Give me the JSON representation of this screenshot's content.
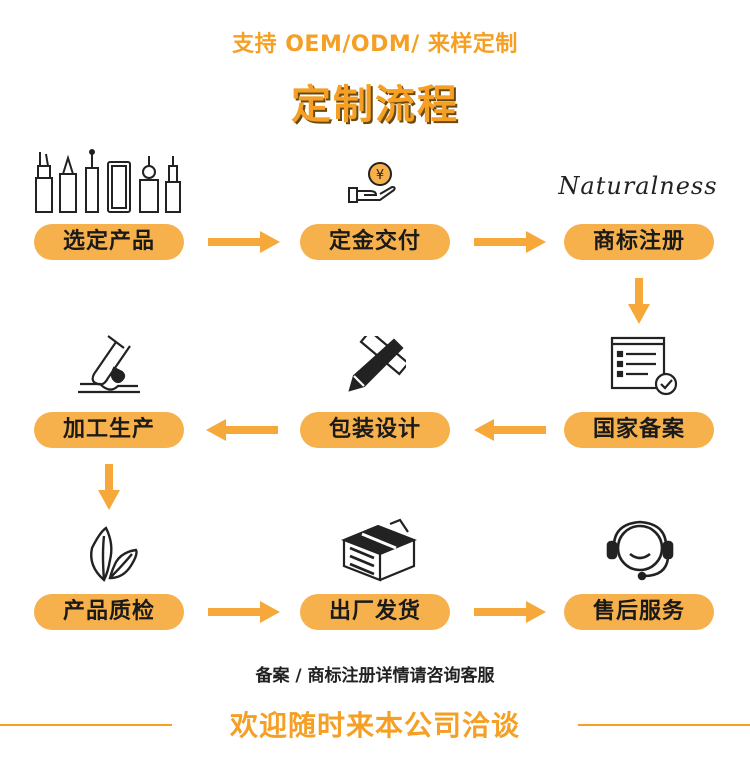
{
  "header": {
    "subtitle": "支持 OEM/ODM/ 来样定制",
    "title": "定制流程"
  },
  "steps": [
    {
      "label": "选定产品",
      "icon": "product-bottles-icon"
    },
    {
      "label": "定金交付",
      "icon": "payment-coin-hand-icon"
    },
    {
      "label": "商标注册",
      "icon": "brand-wordmark",
      "brand_text": "Naturalness"
    },
    {
      "label": "国家备案",
      "icon": "checklist-document-icon"
    },
    {
      "label": "包装设计",
      "icon": "pencil-ruler-icon"
    },
    {
      "label": "加工生产",
      "icon": "test-tube-drop-icon"
    },
    {
      "label": "产品质检",
      "icon": "leaf-sprout-icon"
    },
    {
      "label": "出厂发货",
      "icon": "shipping-boxes-icon"
    },
    {
      "label": "售后服务",
      "icon": "headset-support-icon"
    }
  ],
  "note": "备案 / 商标注册详情请咨询客服",
  "footer": {
    "slogan": "欢迎随时来本公司洽谈"
  },
  "colors": {
    "accent": "#f5a024",
    "pill": "#f6b14c",
    "text": "#1a1a1a"
  }
}
